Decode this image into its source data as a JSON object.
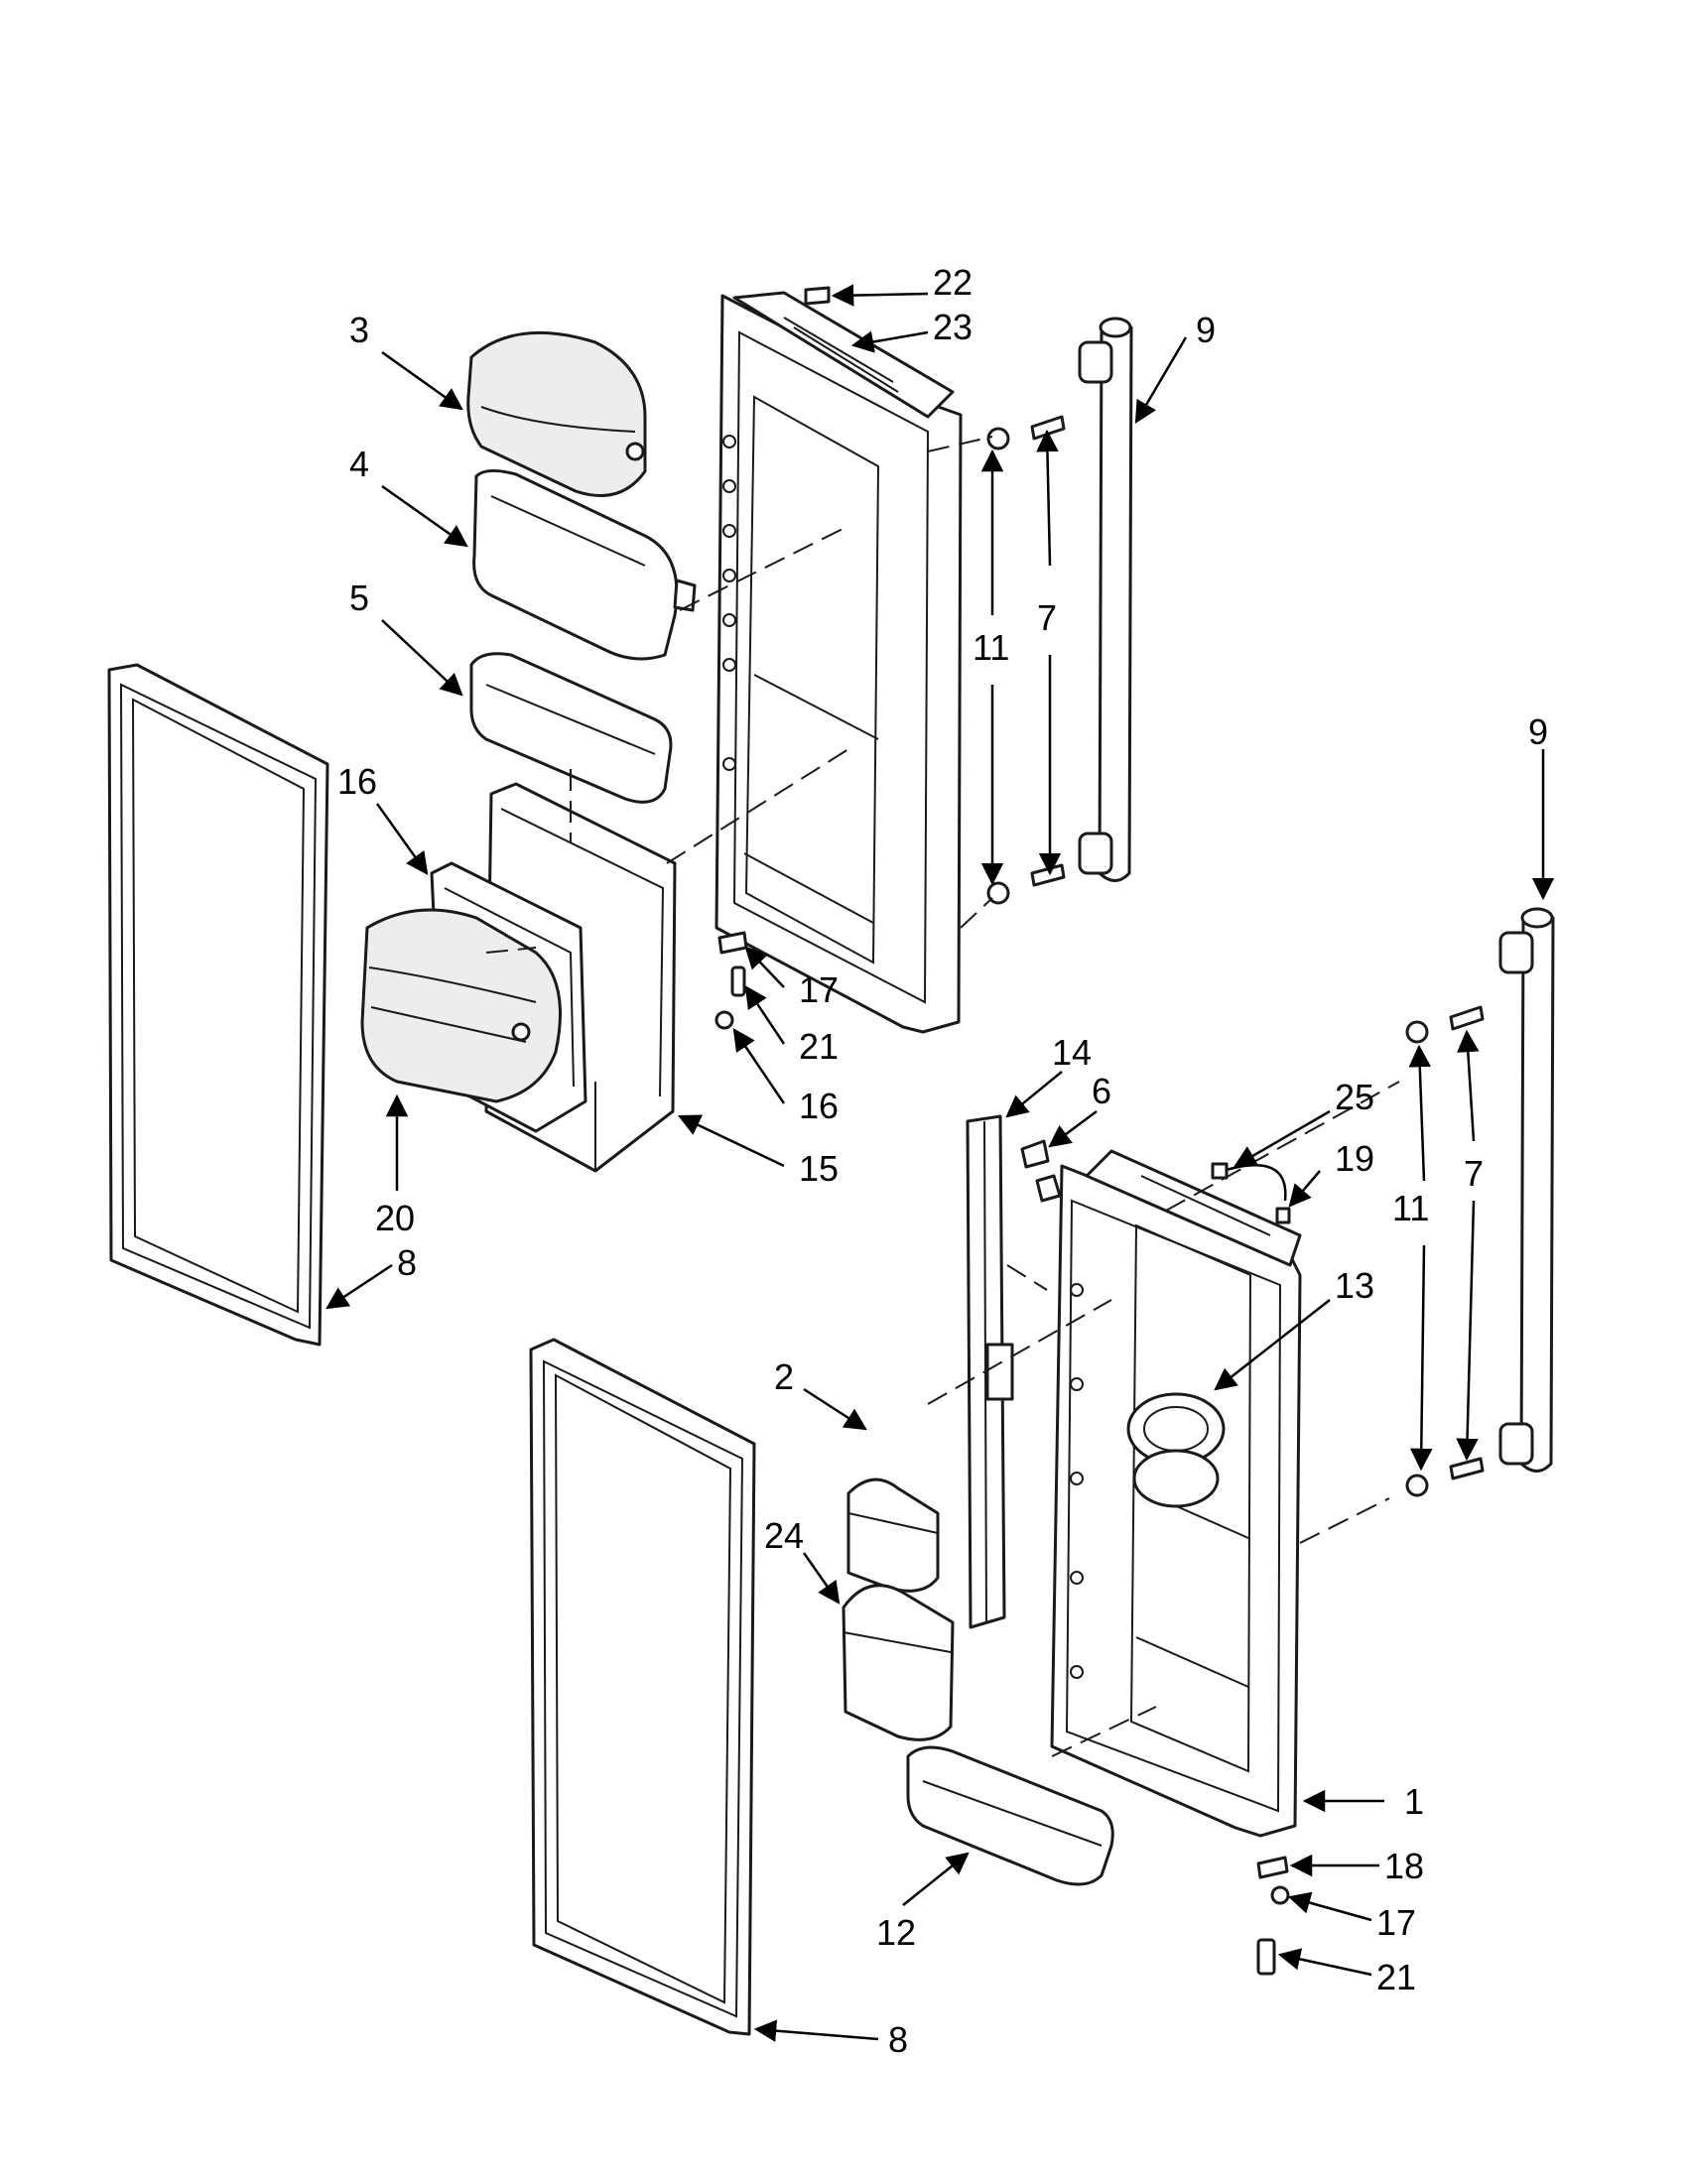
{
  "callouts": [
    {
      "id": "c1",
      "label": "1"
    },
    {
      "id": "c2",
      "label": "2"
    },
    {
      "id": "c3",
      "label": "3"
    },
    {
      "id": "c4",
      "label": "4"
    },
    {
      "id": "c5",
      "label": "5"
    },
    {
      "id": "c6",
      "label": "6"
    },
    {
      "id": "c7a",
      "label": "7"
    },
    {
      "id": "c7b",
      "label": "7"
    },
    {
      "id": "c8a",
      "label": "8"
    },
    {
      "id": "c8b",
      "label": "8"
    },
    {
      "id": "c9a",
      "label": "9"
    },
    {
      "id": "c9b",
      "label": "9"
    },
    {
      "id": "c11a",
      "label": "11"
    },
    {
      "id": "c11b",
      "label": "11"
    },
    {
      "id": "c12",
      "label": "12"
    },
    {
      "id": "c13",
      "label": "13"
    },
    {
      "id": "c14",
      "label": "14"
    },
    {
      "id": "c15",
      "label": "15"
    },
    {
      "id": "c16a",
      "label": "16"
    },
    {
      "id": "c16b",
      "label": "16"
    },
    {
      "id": "c17a",
      "label": "17"
    },
    {
      "id": "c17b",
      "label": "17"
    },
    {
      "id": "c18",
      "label": "18"
    },
    {
      "id": "c19",
      "label": "19"
    },
    {
      "id": "c20",
      "label": "20"
    },
    {
      "id": "c21a",
      "label": "21"
    },
    {
      "id": "c21b",
      "label": "21"
    },
    {
      "id": "c22",
      "label": "22"
    },
    {
      "id": "c23",
      "label": "23"
    },
    {
      "id": "c24",
      "label": "24"
    },
    {
      "id": "c25",
      "label": "25"
    }
  ]
}
